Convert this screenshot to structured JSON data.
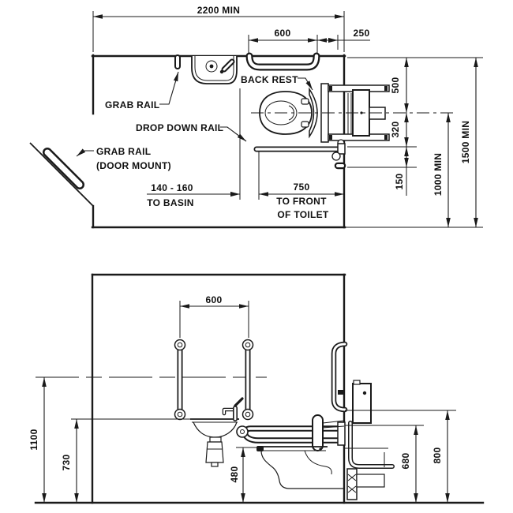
{
  "drawing": {
    "plan_view": {
      "labels": {
        "grab_rail": "GRAB RAIL",
        "back_rest": "BACK REST",
        "drop_down_rail": "DROP DOWN RAIL",
        "grab_rail_door_line1": "GRAB RAIL",
        "grab_rail_door_line2": "(DOOR MOUNT)"
      },
      "dimensions": {
        "width_min": "2200 MIN",
        "rail_length": "600",
        "rail_to_corner": "250",
        "wall_to_centerline": "500",
        "centerline_to_rail": "320",
        "rail_to_inlet": "150",
        "centerline_min": "1000 MIN",
        "depth_min": "1500 MIN",
        "basin_gap": "140 - 160",
        "basin_gap_note": "TO BASIN",
        "toilet_projection": "750",
        "toilet_projection_note1": "TO FRONT",
        "toilet_projection_note2": "OF TOILET"
      }
    },
    "elevation_view": {
      "dimensions": {
        "rail_spacing": "600",
        "rail_height": "1100",
        "basin_height": "730",
        "seat_height": "480",
        "drop_rail_height": "680",
        "flush_height": "800"
      }
    },
    "colors": {
      "line": "#1a1a1a",
      "background": "#ffffff"
    }
  }
}
